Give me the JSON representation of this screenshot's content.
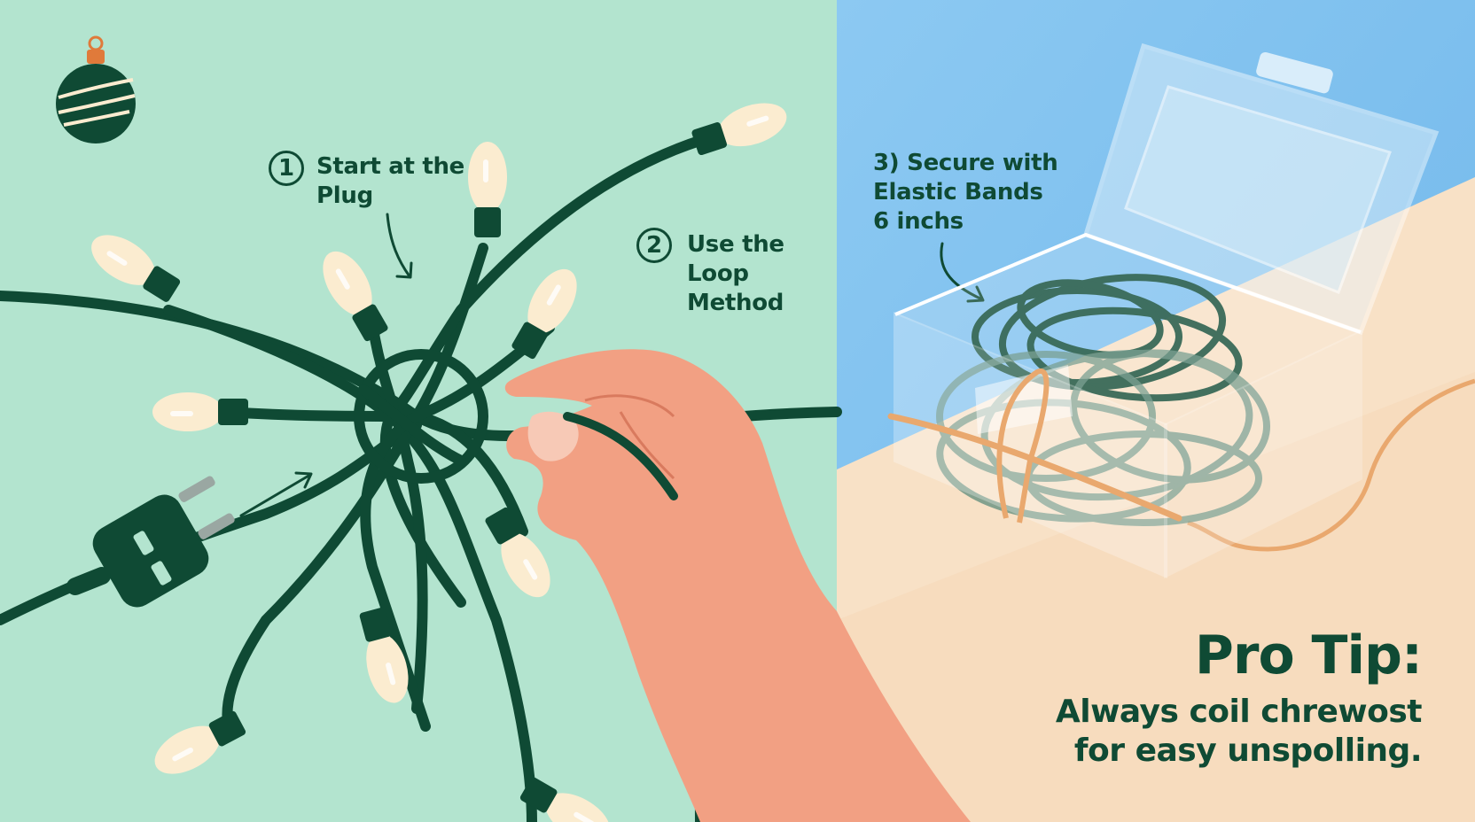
{
  "steps": {
    "step1": {
      "number": "1",
      "line1": "Start at the",
      "line2": "Plug"
    },
    "step2": {
      "number": "2",
      "line1": "Use the",
      "line2": "Loop",
      "line3": "Method"
    },
    "step3": {
      "number": "3)",
      "line1": "Secure with",
      "line2": "Elastic Bands",
      "line3": "6 inchs"
    }
  },
  "pro_tip": {
    "title": "Pro Tip:",
    "line1": "Always coil chrewost",
    "line2": "for easy unspolling."
  },
  "colors": {
    "left_bg": "#b3e4cf",
    "sky": "#7fc0ef",
    "table": "#f8e1c6",
    "cord": "#0f4a34",
    "bulb": "#fbecd0",
    "hand": "#f2a083",
    "band": "#e9a86e"
  },
  "icons": [
    "ornament-icon",
    "plug-icon",
    "arrow-icon",
    "bulb-icon",
    "storage-box-icon"
  ]
}
